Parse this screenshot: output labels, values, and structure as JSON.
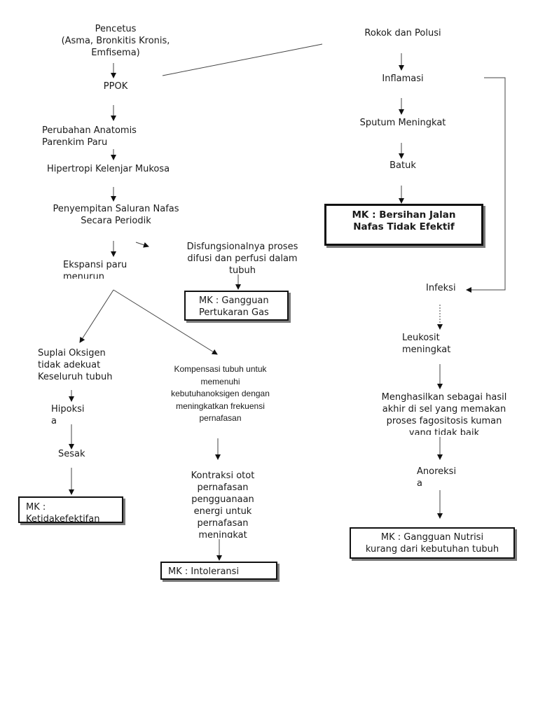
{
  "nodes": {
    "pencetus": "Pencetus\n(Asma, Bronkitis Kronis,\nEmfisema)",
    "rokok": "Rokok dan Polusi",
    "ppok": "PPOK",
    "inflamasi": "Inflamasi",
    "perubahan": "Perubahan Anatomis\nParenkim Paru",
    "sputum": "Sputum Meningkat",
    "hipertropi": "Hipertropi Kelenjar Mukosa",
    "batuk": "Batuk",
    "penyempitan": "Penyempitan Saluran Nafas\nSecara Periodik",
    "mk_bersihan": "MK : Bersihan Jalan\nNafas Tidak Efektif",
    "disfungsi": "Disfungsionalnya proses\ndifusi dan perfusi dalam\ntubuh",
    "ekspansi": "Ekspansi paru\nmenurun",
    "infeksi": "Infeksi",
    "mk_pertukaran": "MK : Gangguan\nPertukaran Gas",
    "suplai": "Suplai Oksigen\ntidak adekuat\nKeseluruh tubuh",
    "leukosit": "Leukosit\nmeningkat",
    "kompensasi": "Kompensasi tubuh untuk\nmemenuhi\nkebutuhanoksigen dengan\nmeningkatkan frekuensi\npernafasan",
    "menghasilkan": "Menghasilkan sebagai hasil\nakhir di sel yang memakan\nproses fagositosis kuman\nyang tidak baik",
    "hipoksia": "Hipoksi\na",
    "sesak": "Sesak",
    "anoreksia": "Anoreksi\na",
    "kontraksi": "Kontraksi otot\npernafasan\npengguanaan\nenergi untuk\npernafasan\nmeningkat",
    "mk_ketidakefektifan": "MK :\nKetidakefektifan",
    "mk_nutrisi": "MK : Gangguan Nutrisi\nkurang dari kebutuhan tubuh",
    "mk_intoleransi": "MK : Intoleransi"
  }
}
